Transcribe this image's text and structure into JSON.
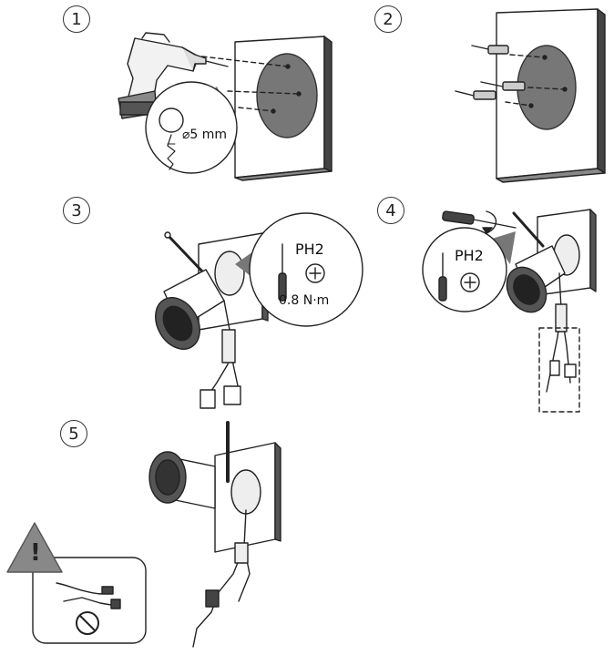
{
  "steps": [
    {
      "number": "1",
      "drill_size": "⌀5 mm"
    },
    {
      "number": "2"
    },
    {
      "number": "3",
      "bit": "PH2",
      "torque": "0.8 N·m"
    },
    {
      "number": "4",
      "bit": "PH2"
    },
    {
      "number": "5"
    }
  ],
  "warning": {
    "symbol": "!"
  }
}
